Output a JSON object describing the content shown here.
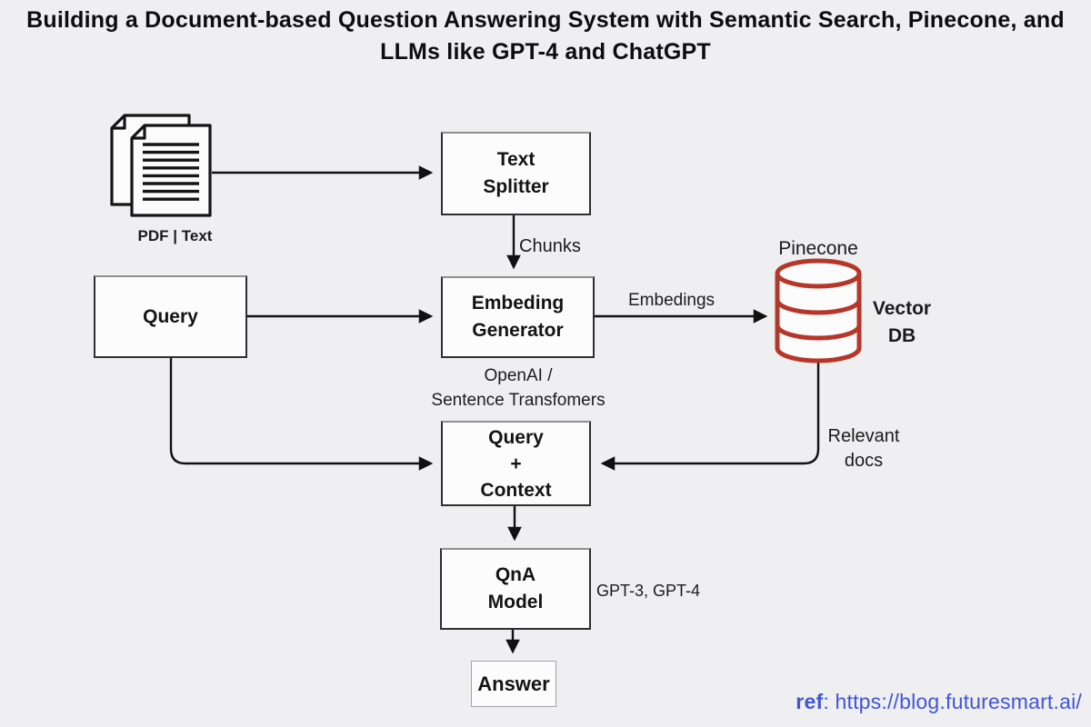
{
  "title": "Building a Document-based Question Answering System with Semantic Search, Pinecone, and\nLLMs like GPT-4 and ChatGPT",
  "colors": {
    "background": "#efeef0",
    "box_fill": "#fdfcfd",
    "box_border": "#2f2f2f",
    "arrow": "#111111",
    "cylinder_red": "#b5372a",
    "link_blue": "#4056d6"
  },
  "flow": {
    "source": {
      "icon": "documents-icon",
      "label": "PDF | Text"
    },
    "text_splitter": {
      "label": "Text\nSplitter"
    },
    "chunks_label": "Chunks",
    "query": {
      "label": "Query"
    },
    "embedding_generator": {
      "label": "Embeding\nGenerator",
      "sublabel": "OpenAI /\nSentence Transfomers"
    },
    "embeddings_label": "Embedings",
    "vector_db": {
      "title": "Pinecone",
      "icon": "database-cylinder-icon",
      "label": "Vector\nDB"
    },
    "relevant_docs_label": "Relevant\ndocs",
    "query_context": {
      "label": "Query\n+\nContext"
    },
    "qna_model": {
      "label": "QnA\nModel",
      "sublabel": "GPT-3, GPT-4"
    },
    "answer": {
      "label": "Answer"
    }
  },
  "footer": {
    "ref_label": "ref",
    "ref_rest": ": https://blog.futuresmart.ai/"
  }
}
